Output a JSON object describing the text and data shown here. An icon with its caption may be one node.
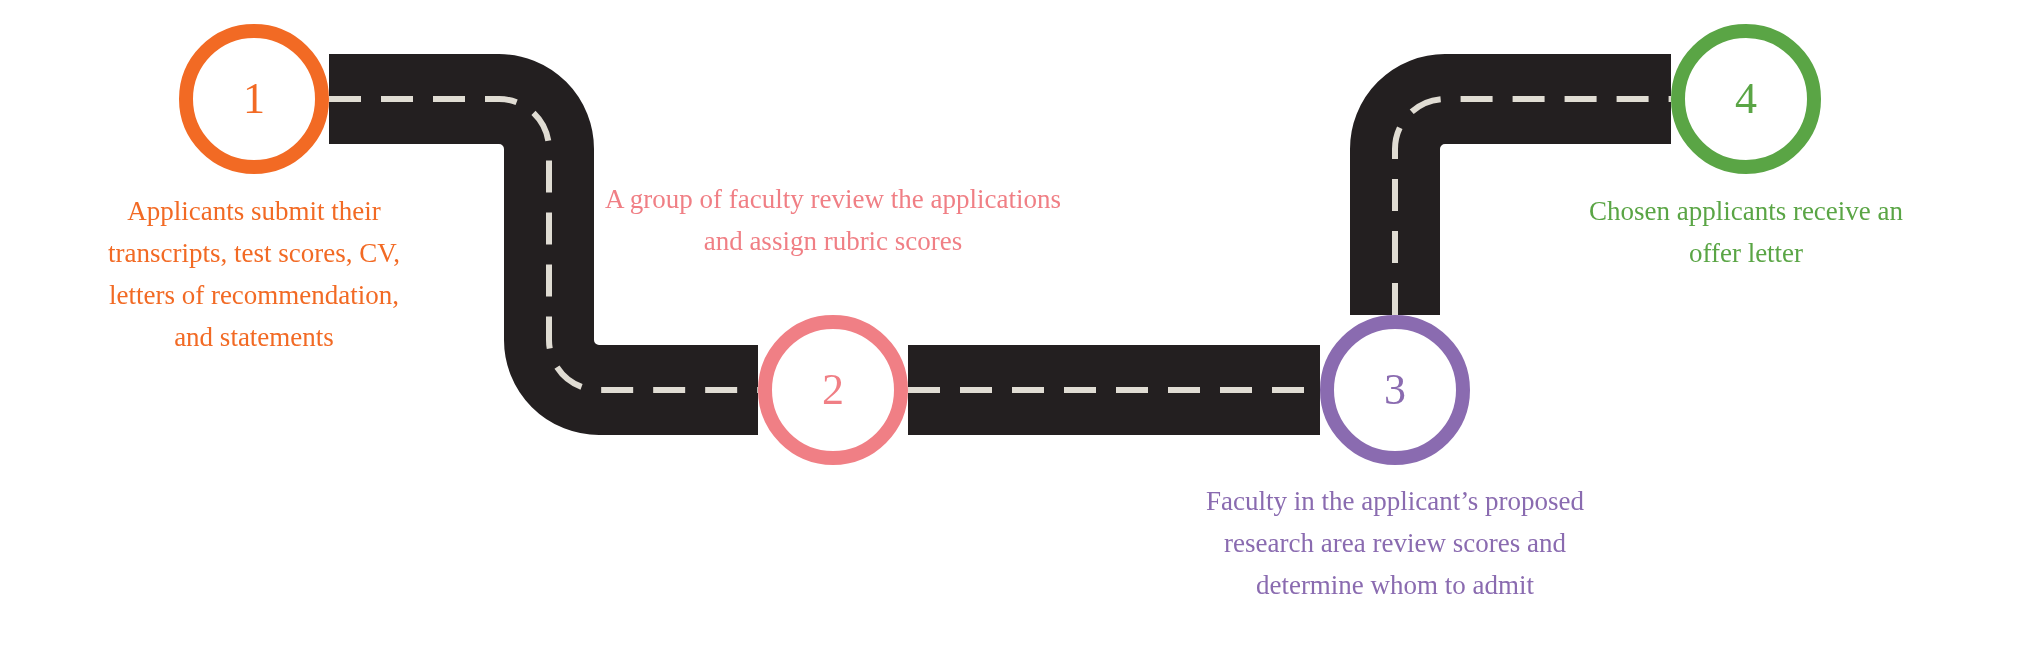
{
  "diagram": {
    "nodes": [
      {
        "text": [
          "1"
        ],
        "beside": [
          "Applicants submit their transcripts, test scores, CV, letters of recommendation, and statements"
        ]
      },
      {
        "text": [
          "2"
        ],
        "beside": [
          "A group of faculty review the applications and assign rubric scores"
        ]
      },
      {
        "text": [
          "3"
        ],
        "beside": [
          "Faculty in the applicant’s proposed research area review scores and determine whom to admit"
        ]
      },
      {
        "text": [
          "4"
        ],
        "beside": [
          "Chosen applicants receive an offer letter"
        ]
      }
    ],
    "edges": [
      {
        "from": 0,
        "to": 1,
        "arrow": "none"
      },
      {
        "from": 1,
        "to": 2,
        "arrow": "none"
      },
      {
        "from": 2,
        "to": 3,
        "arrow": "none"
      }
    ]
  }
}
